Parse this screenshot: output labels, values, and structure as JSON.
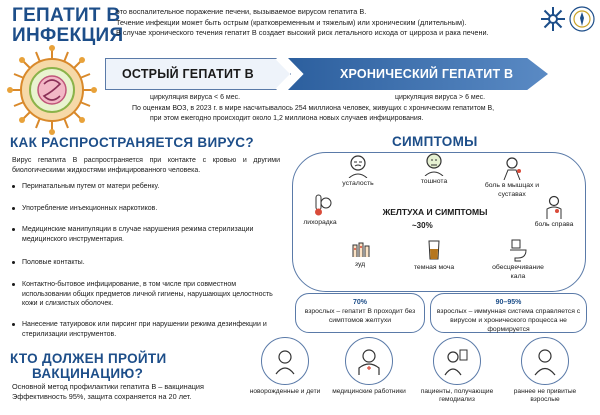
{
  "header": {
    "title_line1": "ГЕПАТИТ В",
    "title_line2": "ИНФЕКЦИЯ",
    "intro_line1": "это воспалительное поражение печени, вызываемое вирусом гепатита В.",
    "intro_line2": "Течение инфекции может быть острым (кратковременным и тяжелым) или хроническим (длительным).",
    "intro_line3": "В случае хронического течения гепатит В создает высокий риск летального исхода от цирроза и рака печени."
  },
  "forms": {
    "acute_label": "ОСТРЫЙ ГЕПАТИТ В",
    "chronic_label": "ХРОНИЧЕСКИЙ ГЕПАТИТ В",
    "acute_circulation": "циркуляция вируса < 6 мес.",
    "chronic_circulation": "циркуляция вируса > 6 мес."
  },
  "who": {
    "line1": "По оценкам ВОЗ, в 2023 г. в мире насчитывалось 254 миллиона человек, живущих с хроническим гепатитом В,",
    "line2": "при этом ежегодно происходит около 1,2 миллиона новых случаев инфицирования."
  },
  "spread": {
    "heading": "КАК РАСПРОСТРАНЯЕТСЯ ВИРУС?",
    "intro": "Вирус гепатита В распространяется при контакте с кровью и другими биологическими жидкостями инфицированного человека.",
    "routes": [
      "Перинатальным путем от матери ребенку.",
      "Употребление инъекционных наркотиков.",
      "Медицинские манипуляции в случае нарушения режима стерилизации медицинского инструментария.",
      "Половые контакты.",
      "Контактно-бытовое инфицирование, в том числе при совместном использовании общих предметов личной гигиены, нарушающих целостность кожи и слизистых оболочек.",
      "Нанесение татуировок или пирсинг при нарушении режима дезинфекции и стерилизации инструментов."
    ]
  },
  "symptoms": {
    "heading": "СИМПТОМЫ",
    "center": "ЖЕЛТУХА И СИМПТОМЫ",
    "center_pct": "~30%",
    "items": [
      "усталость",
      "тошнота",
      "боль в мышцах и суставах",
      "лихорадка",
      "боль справа",
      "зуд",
      "темная моча",
      "обесцвечивание кала"
    ],
    "stat1_pct": "70%",
    "stat1_text": "взрослых – гепатит В проходит без симптомов желтухи",
    "stat2_pct": "90–95%",
    "stat2_text": "взрослых – иммунная система справляется с вирусом и хронического процесса не формируется"
  },
  "vaccination": {
    "heading_line1": "КТО ДОЛЖЕН ПРОЙТИ",
    "heading_line2": "ВАКЦИНАЦИЮ?",
    "text_line1": "Основной метод профилактики гепатита В – вакцинация",
    "text_line2": "Эффективность 95%, защита сохраняется на 20 лет.",
    "groups": [
      "новорожденные и дети",
      "медицинские работники",
      "пациенты, получающие гемодиализ",
      "раннее не привитые взрослые"
    ]
  },
  "colors": {
    "primary": "#1d4e89",
    "border": "#5a7aa8",
    "chronic": "#2c5f9e"
  },
  "icons": [
    "emblem-icon",
    "virus-icon",
    "person-icon"
  ]
}
